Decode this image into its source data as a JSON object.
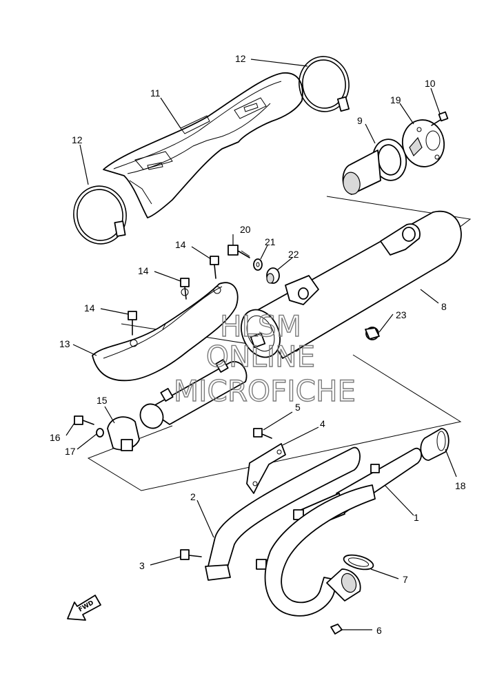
{
  "callouts": {
    "c1": "1",
    "c2": "2",
    "c3": "3",
    "c4": "4",
    "c5": "5",
    "c6": "6",
    "c7": "7",
    "c8": "8",
    "c9": "9",
    "c10": "10",
    "c11": "11",
    "c12a": "12",
    "c12b": "12",
    "c13": "13",
    "c14a": "14",
    "c14b": "14",
    "c14c": "14",
    "c15": "15",
    "c16": "16",
    "c17": "17",
    "c18": "18",
    "c19": "19",
    "c20": "20",
    "c21": "21",
    "c22": "22",
    "c23": "23"
  },
  "watermark": {
    "line1": "HLSM",
    "line2": "ONLINE",
    "line3": "MICROFICHE"
  },
  "direction_marker": "FWD"
}
